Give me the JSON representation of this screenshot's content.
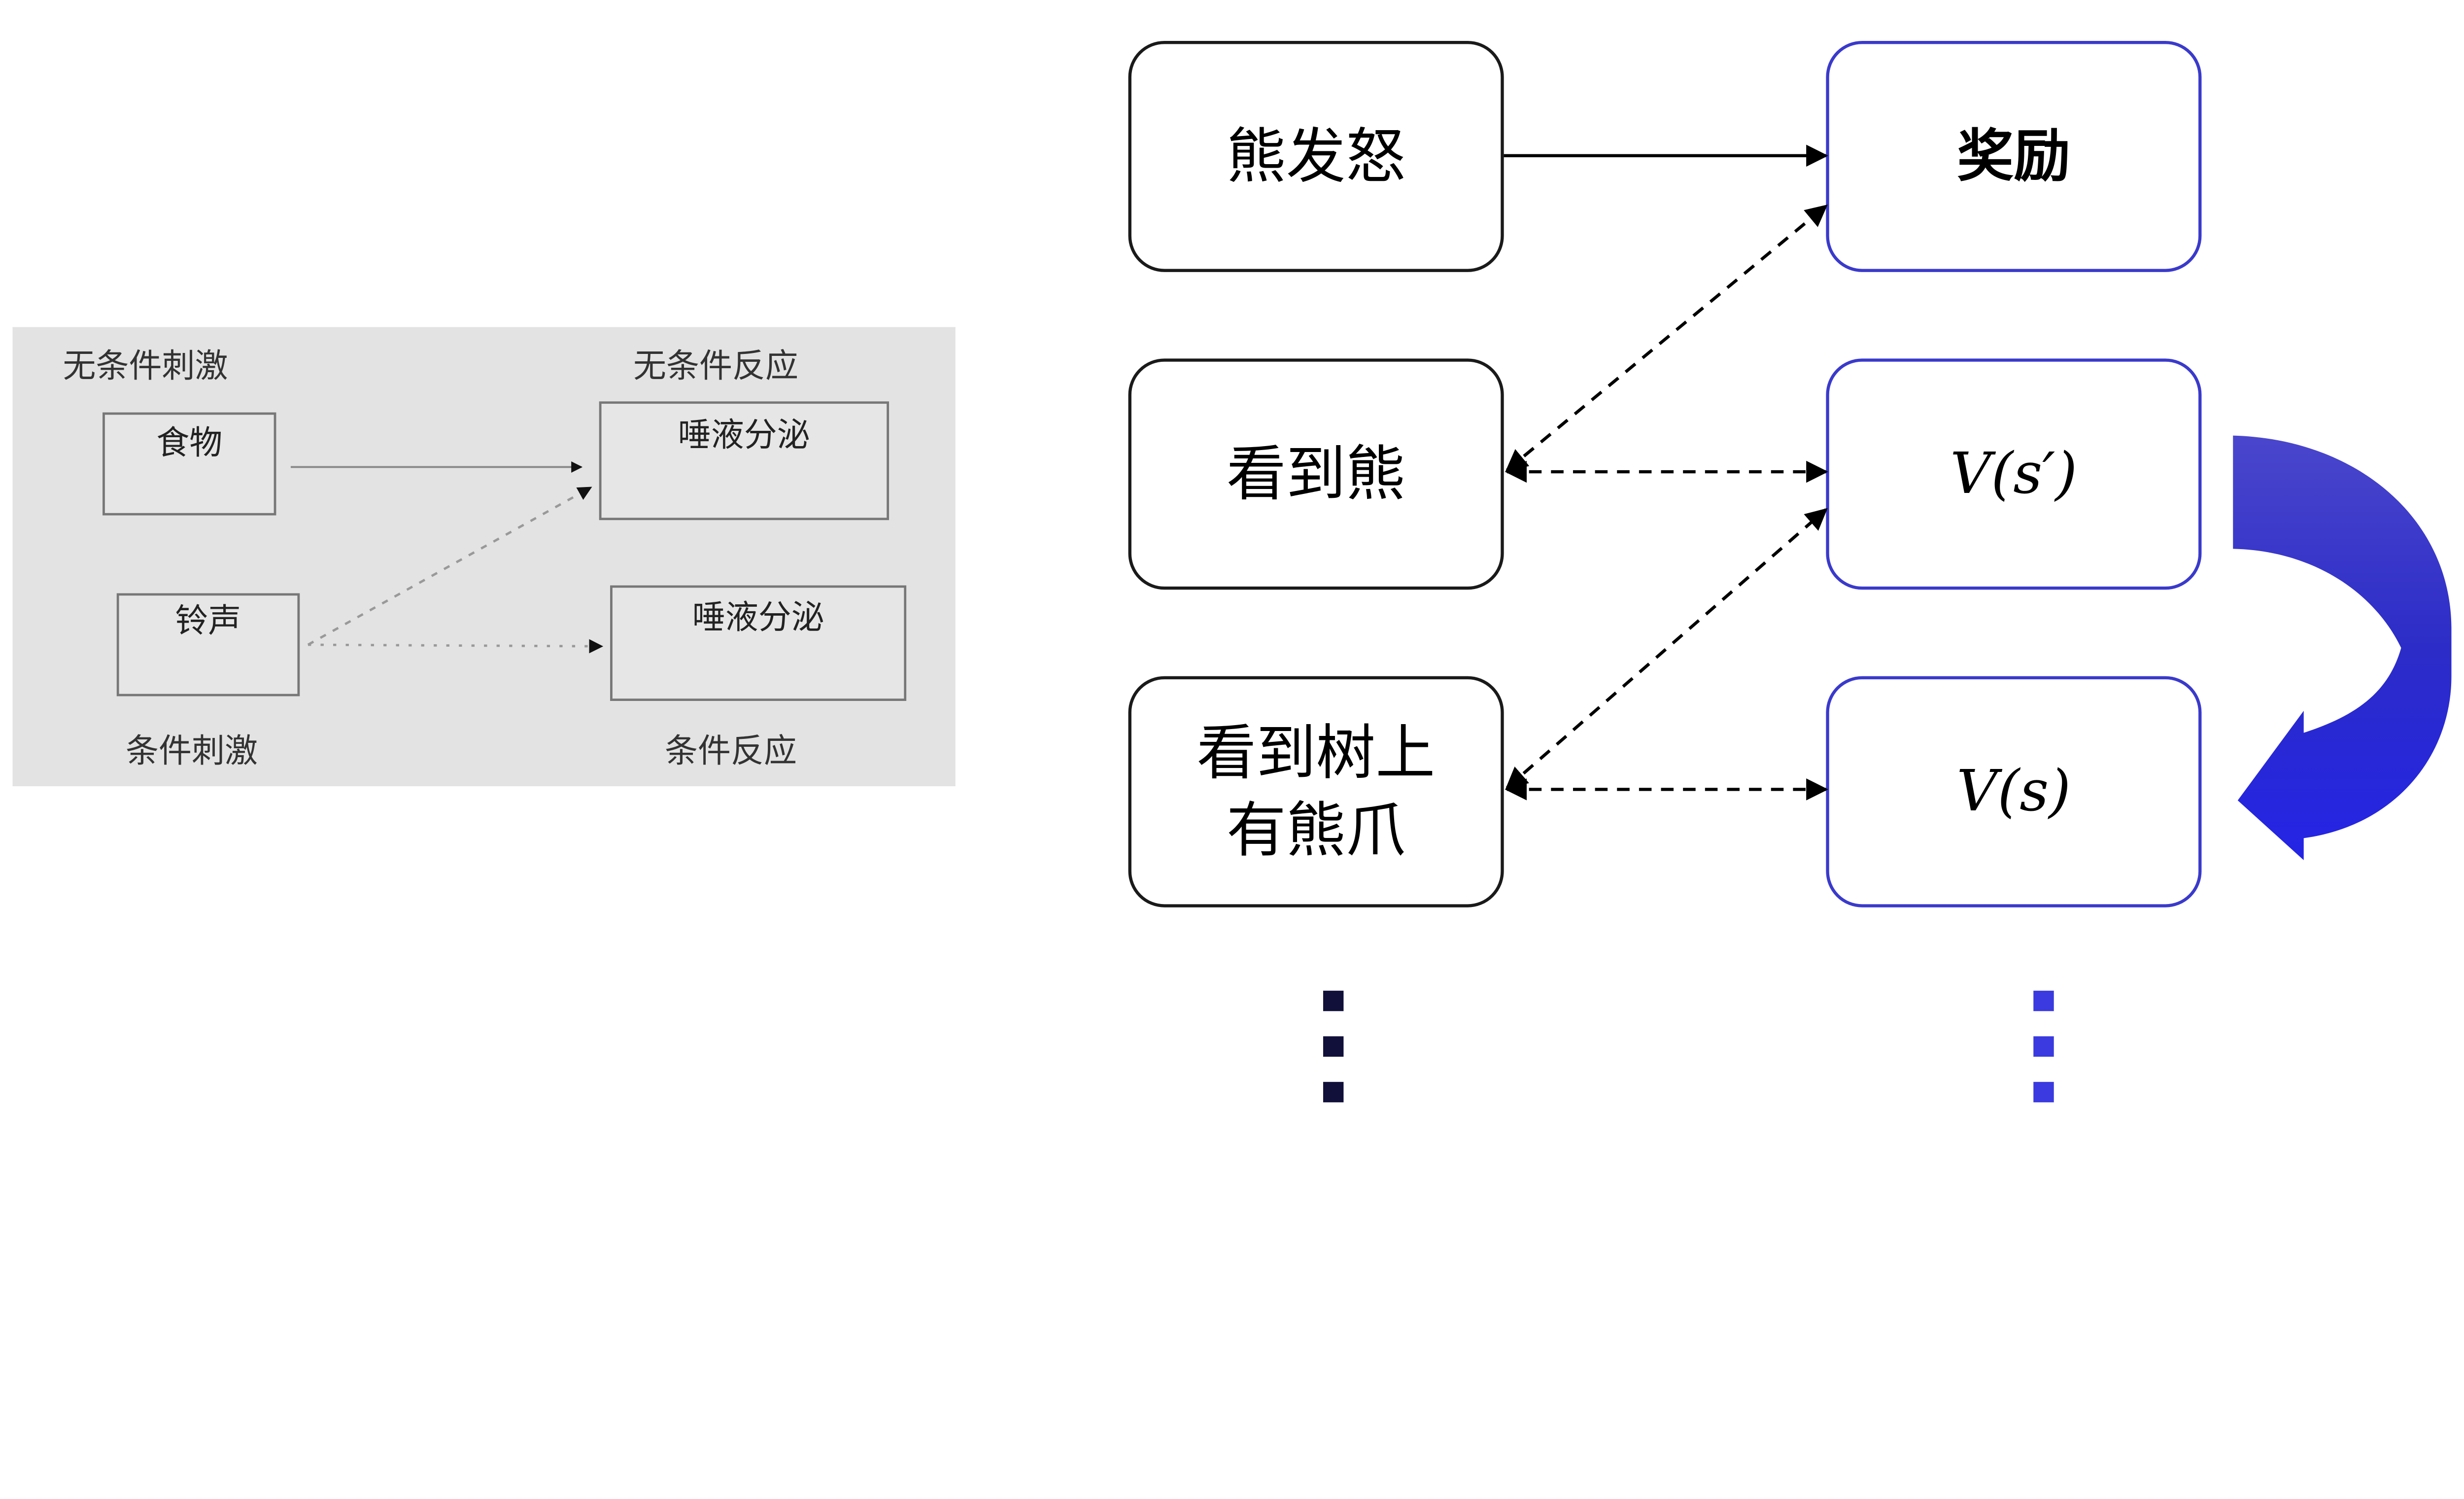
{
  "left_diagram": {
    "labels": {
      "unconditioned_stimulus": "无条件刺激",
      "unconditioned_response": "无条件反应",
      "conditioned_stimulus": "条件刺激",
      "conditioned_response": "条件反应"
    },
    "boxes": {
      "food": "食物",
      "bell": "铃声",
      "salivation_1": "唾液分泌",
      "salivation_2": "唾液分泌"
    },
    "colors": {
      "background": "#e3e3e3",
      "box_border": "#777777"
    }
  },
  "right_diagram": {
    "left_boxes": [
      "熊发怒",
      "看到熊",
      "看到树上\n有熊爪"
    ],
    "left_box_lines": [
      [
        "熊发怒"
      ],
      [
        "看到熊"
      ],
      [
        "看到树上",
        "有熊爪"
      ]
    ],
    "right_boxes": [
      "奖励",
      "V(s′)",
      "V(s)"
    ],
    "ellipsis_icon": "vertical-dots",
    "colors": {
      "left_border": "#1a1a1a",
      "right_border": "#3a3acc",
      "curved_arrow": "#2a2ae0",
      "left_dots": "#10103a",
      "right_dots": "#3a3ae0"
    }
  }
}
